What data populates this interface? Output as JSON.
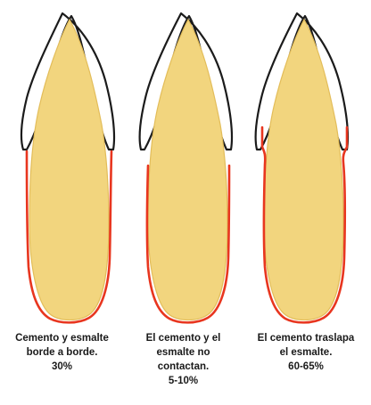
{
  "colors": {
    "dentin": "#f2d57e",
    "dentin_edge": "#e3bd5a",
    "enamel": "#ffffff",
    "outline": "#1b1b1b",
    "cementum": "#e8361f"
  },
  "teeth": [
    {
      "type": "edge-to-edge",
      "caption": [
        "Cemento y esmalte",
        "borde a borde.",
        "30%"
      ]
    },
    {
      "type": "gap",
      "caption": [
        "El cemento y el",
        "esmalte no",
        "contactan.",
        "5-10%"
      ]
    },
    {
      "type": "overlap",
      "caption": [
        "El cemento traslapa",
        "el esmalte.",
        "60-65%"
      ]
    }
  ]
}
